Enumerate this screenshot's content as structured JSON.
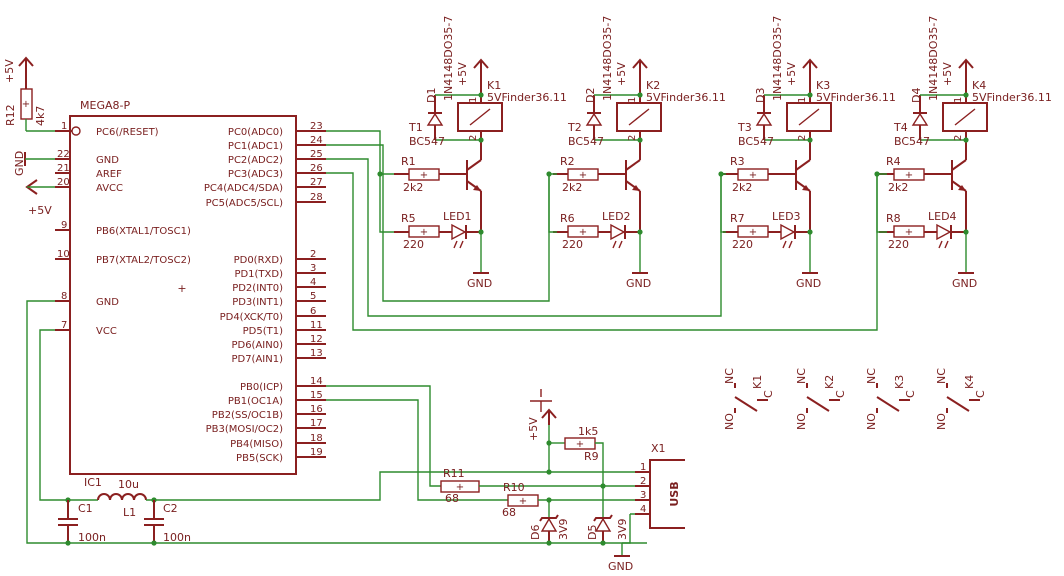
{
  "mcu": {
    "name": "MEGA8-P",
    "left_pins": [
      {
        "label": "PC6(/RESET)",
        "num": "1"
      },
      {
        "label": "GND",
        "num": "22"
      },
      {
        "label": "AREF",
        "num": "21"
      },
      {
        "label": "AVCC",
        "num": "20"
      },
      {
        "label": "PB6(XTAL1/TOSC1)",
        "num": "9"
      },
      {
        "label": "PB7(XTAL2/TOSC2)",
        "num": "10"
      },
      {
        "label": "GND",
        "num": "8"
      },
      {
        "label": "VCC",
        "num": "7"
      }
    ],
    "right_pins": [
      {
        "label": "PC0(ADC0)",
        "num": "23"
      },
      {
        "label": "PC1(ADC1)",
        "num": "24"
      },
      {
        "label": "PC2(ADC2)",
        "num": "25"
      },
      {
        "label": "PC3(ADC3)",
        "num": "26"
      },
      {
        "label": "PC4(ADC4/SDA)",
        "num": "27"
      },
      {
        "label": "PC5(ADC5/SCL)",
        "num": "28"
      },
      {
        "label": "PD0(RXD)",
        "num": "2"
      },
      {
        "label": "PD1(TXD)",
        "num": "3"
      },
      {
        "label": "PD2(INT0)",
        "num": "4"
      },
      {
        "label": "PD3(INT1)",
        "num": "5"
      },
      {
        "label": "PD4(XCK/T0)",
        "num": "6"
      },
      {
        "label": "PD5(T1)",
        "num": "11"
      },
      {
        "label": "PD6(AIN0)",
        "num": "12"
      },
      {
        "label": "PD7(AIN1)",
        "num": "13"
      },
      {
        "label": "PB0(ICP)",
        "num": "14"
      },
      {
        "label": "PB1(OC1A)",
        "num": "15"
      },
      {
        "label": "PB2(SS/OC1B)",
        "num": "16"
      },
      {
        "label": "PB3(MOSI/OC2)",
        "num": "17"
      },
      {
        "label": "PB4(MISO)",
        "num": "18"
      },
      {
        "label": "PB5(SCK)",
        "num": "19"
      }
    ]
  },
  "r12": {
    "name": "R12",
    "value": "4k7",
    "supply": "+5V"
  },
  "gnd_label": "GND",
  "avcc_supply": "+5V",
  "channels": [
    {
      "diode": "D1",
      "diode_part": "1N4148DO35-7",
      "supply": "+5V",
      "relay": "K1",
      "relay_part": "5VFinder36.11",
      "transistor": "T1",
      "transistor_part": "BC547",
      "r_base": "R1",
      "r_base_val": "2k2",
      "r_led": "R5",
      "r_led_val": "220",
      "led": "LED1",
      "gnd": "GND",
      "pin1": "1",
      "pin2": "2"
    },
    {
      "diode": "D2",
      "diode_part": "1N4148DO35-7",
      "supply": "+5V",
      "relay": "K2",
      "relay_part": "5VFinder36.11",
      "transistor": "T2",
      "transistor_part": "BC547",
      "r_base": "R2",
      "r_base_val": "2k2",
      "r_led": "R6",
      "r_led_val": "220",
      "led": "LED2",
      "gnd": "GND",
      "pin1": "1",
      "pin2": "2"
    },
    {
      "diode": "D3",
      "diode_part": "1N4148DO35-7",
      "supply": "+5V",
      "relay": "K3",
      "relay_part": "5VFinder36.11",
      "transistor": "T3",
      "transistor_part": "BC547",
      "r_base": "R3",
      "r_base_val": "2k2",
      "r_led": "R7",
      "r_led_val": "220",
      "led": "LED3",
      "gnd": "GND",
      "pin1": "1",
      "pin2": "2"
    },
    {
      "diode": "D4",
      "diode_part": "1N4148DO35-7",
      "supply": "+5V",
      "relay": "K4",
      "relay_part": "5VFinder36.11",
      "transistor": "T4",
      "transistor_part": "BC547",
      "r_base": "R4",
      "r_base_val": "2k2",
      "r_led": "R8",
      "r_led_val": "220",
      "led": "LED4",
      "gnd": "GND",
      "pin1": "1",
      "pin2": "2"
    }
  ],
  "contacts": [
    {
      "nc": "NC",
      "no": "NO",
      "c": "C",
      "name": "K1"
    },
    {
      "nc": "NC",
      "no": "NO",
      "c": "C",
      "name": "K2"
    },
    {
      "nc": "NC",
      "no": "NO",
      "c": "C",
      "name": "K3"
    },
    {
      "nc": "NC",
      "no": "NO",
      "c": "C",
      "name": "K4"
    }
  ],
  "filter": {
    "ic1": "IC1",
    "l1_value": "10u",
    "l1": "L1",
    "c1": "C1",
    "c1_value": "100n",
    "c2": "C2",
    "c2_value": "100n"
  },
  "usb": {
    "x1": "X1",
    "label": "USB",
    "pins": [
      "1",
      "2",
      "3",
      "4"
    ],
    "r9": "R9",
    "r9_value": "1k5",
    "r11": "R11",
    "r11_value": "68",
    "r10": "R10",
    "r10_value": "68",
    "d6": "D6",
    "d6_value": "3V9",
    "d5": "D5",
    "d5_value": "3V9",
    "supply": "+5V",
    "gnd": "GND"
  }
}
